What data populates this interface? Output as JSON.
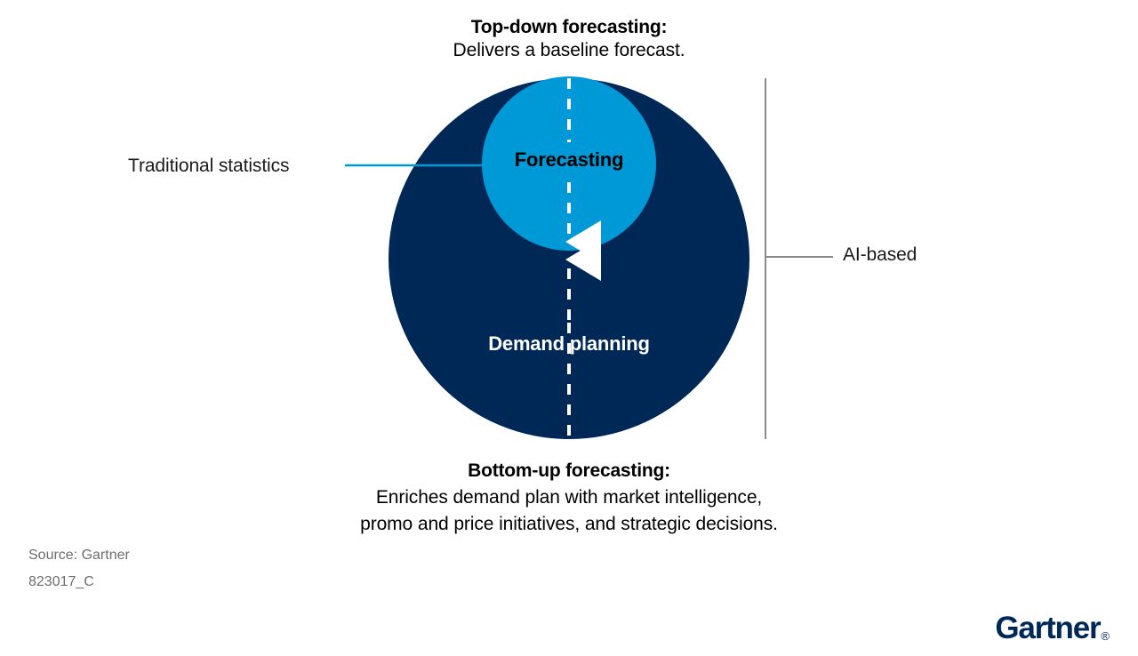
{
  "diagram": {
    "type": "venn-concentric",
    "top_caption": {
      "title": "Top-down forecasting:",
      "body": "Delivers a baseline forecast."
    },
    "bottom_caption": {
      "title": "Bottom-up forecasting:",
      "body_line1": "Enriches demand plan with market intelligence,",
      "body_line2": "promo and price initiatives, and strategic decisions."
    },
    "circles": {
      "outer": {
        "label": "Demand planning",
        "color": "#002856",
        "text_color": "#ffffff"
      },
      "inner": {
        "label": "Forecasting",
        "color": "#0099D8",
        "text_color": "#000000"
      }
    },
    "annotations": [
      {
        "label": "Traditional statistics",
        "side": "left",
        "connector_color": "#0099D8",
        "target": "inner"
      },
      {
        "label": "AI-based",
        "side": "right",
        "connector_color": "#8c8c8c",
        "target": "outer"
      }
    ],
    "flow_arrow": {
      "style": "dashed",
      "color": "#ffffff",
      "direction": "bidirectional",
      "description": "vertical dashed double-headed arrow between forecasting and demand planning"
    }
  },
  "footer": {
    "source": "Source: Gartner",
    "doc_id": "823017_C"
  },
  "branding": {
    "logo_text": "Gartner",
    "logo_mark": "®",
    "logo_color": "#002856"
  }
}
